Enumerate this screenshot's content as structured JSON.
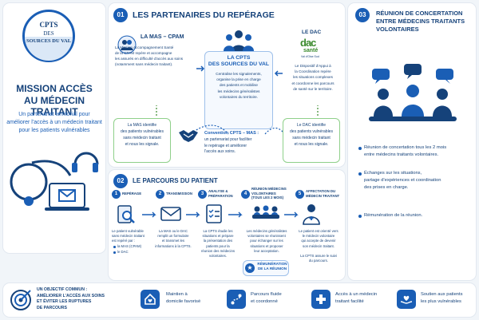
{
  "left": {
    "logo_line1": "CPTS",
    "logo_line2": "DES",
    "logo_line3": "SOURCES DU VAL",
    "title_line1": "MISSION ACCÈS",
    "title_line2": "AU MÉDECIN TRAITANT",
    "subtitle": "Un partenariat territorial pour\naméliorer l'accès à un médecin traitant\npour les patients vulnérables"
  },
  "s1": {
    "number": "01",
    "title": "LES PARTENAIRES DU REPÉRAGE",
    "mas_title": "LA MAS – CPAM",
    "mas_text": "La Mission Accompagnement Santé\nde la CPAM repère et accompagne\nles assurés en difficulté d'accès aux soins\n(notamment sans médecin traitant).",
    "dac_title": "LE DAC",
    "dac_logo": "dac",
    "dac_logo2": "santé",
    "dac_logo3": "Val d'Oise Sud",
    "dac_text": "Le Dispositif d'Appui à\nla Coordination repère\nles situations complexes\net coordonne les parcours\nde santé sur le territoire.",
    "center_title": "LA CPTS\nDES SOURCES DU VAL",
    "center_text": "Centralise les signalements,\norganise la prise en charge\ndes patients et mobilise\nles médecins généralistes\nvolontaires du territoire.",
    "mas_box": "La MAS identifie\ndes patients vulnérables\nsans médecin traitant\net nous les signale.",
    "conv_title": "Convention CPTS – MAS :",
    "conv_text": "un partenariat pour faciliter\nle repérage et améliorer\nl'accès aux soins.",
    "dac_box": "Le DAC identifie\ndes patients vulnérables\nsans médecin traitant\net nous les signale."
  },
  "s2": {
    "number": "02",
    "title": "LE PARCOURS DU PATIENT",
    "steps": [
      {
        "n": "1",
        "label": "REPÉRAGE",
        "text": "Le patient vulnérable\nsans médecin traitant\nest repéré par :",
        "b1": "la MAS (CPAM)",
        "b2": "le DAC"
      },
      {
        "n": "2",
        "label": "TRANSMISSION",
        "text": "La MAS ou le DAC\nremplit un formulaire\net transmet les\ninformations à la CPTS."
      },
      {
        "n": "3",
        "label": "ANALYSE &\nPRÉPARATION",
        "text": "La CPTS étudie les\nsituations et prépare\nla présentation des\npatients pour la\nréunion des médecins\nvolontaires."
      },
      {
        "n": "4",
        "label": "RÉUNION MÉDECINS\nVOLONTAIRES\n(TOUS LES 2 MOIS)",
        "text": "Les médecins généralistes\nvolontaires se réunissent\npour échanger sur les\nsituations et proposer\nleur acceptation."
      },
      {
        "n": "5",
        "label": "AFFECTATION DU\nMÉDECIN TRAITANT",
        "text": "Le patient est orienté vers\nle médecin volontaire\nqui accepte de devenir\nson médecin traitant.",
        "text2": "La CPTS assure le suivi\ndu parcours."
      }
    ],
    "remun": "RÉMUNÉRATION\nDE LA RÉUNION"
  },
  "s3": {
    "number": "03",
    "title": "RÉUNION DE CONCERTATION\nENTRE MÉDECINS TRAITANTS\nVOLONTAIRES",
    "b1": "Réunion de concertation tous les 2 mois\nentre médecins traitants volontaires.",
    "b2": "Échanges sur les situations,\npartage d'expériences et coordination\ndes prises en charge.",
    "b3": "Rémunération de la réunion."
  },
  "footer": {
    "objective": "UN OBJECTIF COMMUN :\nAMÉLIORER L'ACCÈS AUX SOINS\nET ÉVITER LES RUPTURES\nDE PARCOURS",
    "items": [
      "Maintien à\ndomicile favorisé",
      "Parcours fluide\net coordonné",
      "Accès à un médecin\ntraitant facilité",
      "Soutien aux patients\nles plus vulnérables"
    ]
  },
  "colors": {
    "navy": "#15427a",
    "blue": "#1a5eb5",
    "green": "#3a8a2c",
    "light": "#e8f0fb"
  }
}
